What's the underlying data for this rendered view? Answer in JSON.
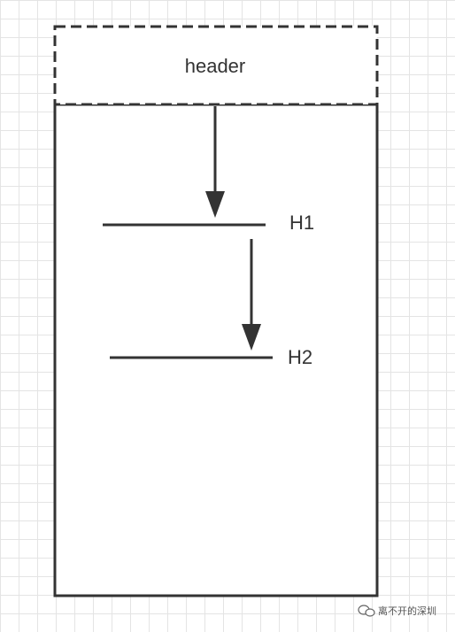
{
  "diagram": {
    "header_label": "header",
    "h1_label": "H1",
    "h2_label": "H2"
  },
  "watermark": {
    "text": "离不开的深圳"
  },
  "colors": {
    "stroke": "#333333",
    "grid": "#e4e4e4",
    "background": "#ffffff"
  }
}
